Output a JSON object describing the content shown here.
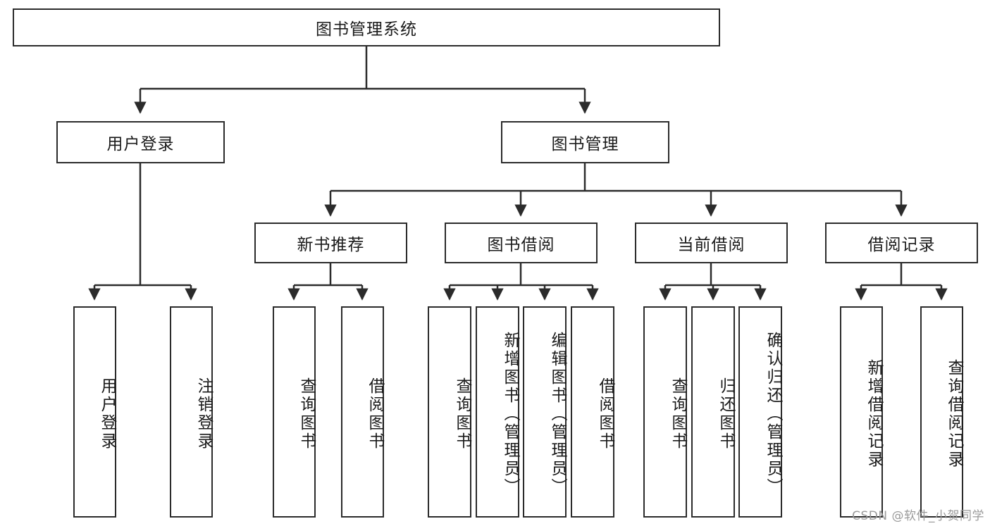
{
  "diagram": {
    "type": "hierarchy-tree",
    "root": {
      "id": "root",
      "label": "图书管理系统"
    },
    "level2": [
      {
        "id": "user-login",
        "label": "用户登录"
      },
      {
        "id": "book-manage",
        "label": "图书管理"
      }
    ],
    "level3": [
      {
        "id": "new-book-rec",
        "label": "新书推荐",
        "parent": "book-manage"
      },
      {
        "id": "book-borrow",
        "label": "图书借阅",
        "parent": "book-manage"
      },
      {
        "id": "current-borrow",
        "label": "当前借阅",
        "parent": "book-manage"
      },
      {
        "id": "borrow-record",
        "label": "借阅记录",
        "parent": "book-manage"
      }
    ],
    "leaves": [
      {
        "id": "leaf-user-login",
        "label": "用户登录",
        "parent": "user-login"
      },
      {
        "id": "leaf-logout",
        "label": "注销登录",
        "parent": "user-login"
      },
      {
        "id": "leaf-query-book-1",
        "label": "查询图书",
        "parent": "new-book-rec"
      },
      {
        "id": "leaf-borrow-book-1",
        "label": "借阅图书",
        "parent": "new-book-rec"
      },
      {
        "id": "leaf-query-book-2",
        "label": "查询图书",
        "parent": "book-borrow"
      },
      {
        "id": "leaf-add-book",
        "label": "新增图书（管理员）",
        "parent": "book-borrow"
      },
      {
        "id": "leaf-edit-book",
        "label": "编辑图书（管理员）",
        "parent": "book-borrow"
      },
      {
        "id": "leaf-borrow-book-2",
        "label": "借阅图书",
        "parent": "book-borrow"
      },
      {
        "id": "leaf-query-book-3",
        "label": "查询图书",
        "parent": "current-borrow"
      },
      {
        "id": "leaf-return-book",
        "label": "归还图书",
        "parent": "current-borrow"
      },
      {
        "id": "leaf-confirm-return",
        "label": "确认归还（管理员）",
        "parent": "current-borrow"
      },
      {
        "id": "leaf-add-record",
        "label": "新增借阅记录",
        "parent": "borrow-record"
      },
      {
        "id": "leaf-query-record",
        "label": "查询借阅记录",
        "parent": "borrow-record"
      }
    ]
  },
  "watermark": {
    "text": "CSDN @软件_小贺同学"
  },
  "colors": {
    "stroke": "#2b2b2b",
    "fill": "#ffffff",
    "text": "#1a1a1a",
    "watermark": "#9a9a9a"
  }
}
